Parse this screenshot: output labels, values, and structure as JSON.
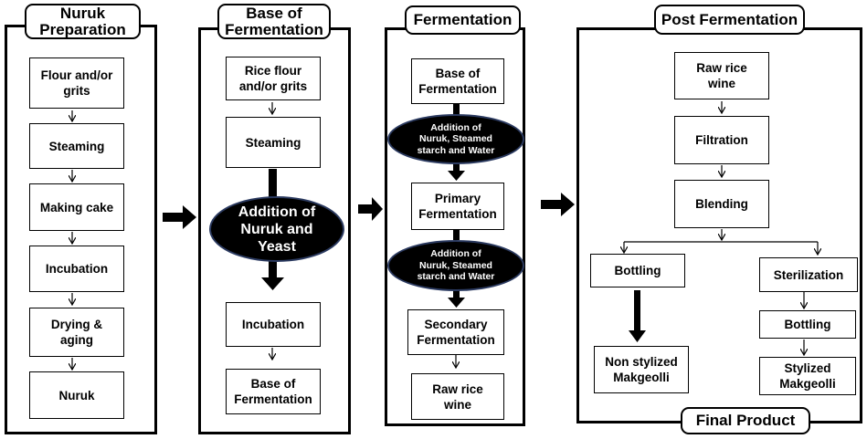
{
  "stages": {
    "nuruk": {
      "title": "Nuruk\nPreparation",
      "steps": [
        "Flour and/or\ngrits",
        "Steaming",
        "Making cake",
        "Incubation",
        "Drying &\naging",
        "Nuruk"
      ]
    },
    "base": {
      "title": "Base of\nFermentation",
      "steps": [
        "Rice flour\nand/or grits",
        "Steaming",
        "Incubation",
        "Base of\nFermentation"
      ],
      "oval": "Addition of\nNuruk and\nYeast"
    },
    "fermentation": {
      "title": "Fermentation",
      "steps": [
        "Base of\nFermentation",
        "Primary\nFermentation",
        "Secondary\nFermentation",
        "Raw rice\nwine"
      ],
      "oval_1": "Addition of\nNuruk, Steamed\nstarch and Water",
      "oval_2": "Addition of\nNuruk, Steamed\nstarch and Water"
    },
    "post": {
      "title": "Post Fermentation",
      "steps": [
        "Raw rice\nwine",
        "Filtration",
        "Blending"
      ],
      "left_branch": [
        "Bottling",
        "Non stylized\nMakgeolli"
      ],
      "right_branch": [
        "Sterilization",
        "Bottling",
        "Stylized\nMakgeolli"
      ],
      "footer": "Final Product"
    }
  }
}
